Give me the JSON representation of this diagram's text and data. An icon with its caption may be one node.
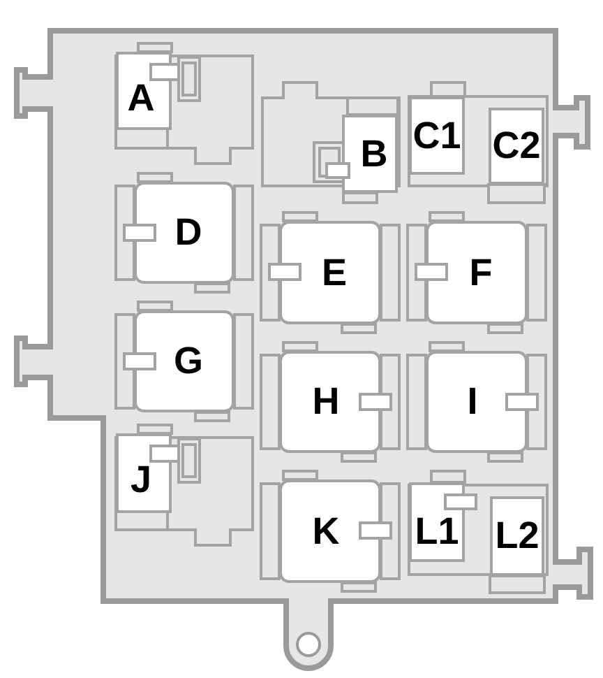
{
  "diagram": {
    "nodes": [
      {
        "text": [
          "A"
        ]
      },
      {
        "text": [
          "B"
        ]
      },
      {
        "text": [
          "C1"
        ]
      },
      {
        "text": [
          "C2"
        ]
      },
      {
        "text": [
          "D"
        ]
      },
      {
        "text": [
          "E"
        ]
      },
      {
        "text": [
          "F"
        ]
      },
      {
        "text": [
          "G"
        ]
      },
      {
        "text": [
          "H"
        ]
      },
      {
        "text": [
          "I"
        ]
      },
      {
        "text": [
          "J"
        ]
      },
      {
        "text": [
          "K"
        ]
      },
      {
        "text": [
          "L1"
        ]
      },
      {
        "text": [
          "L2"
        ]
      }
    ]
  }
}
